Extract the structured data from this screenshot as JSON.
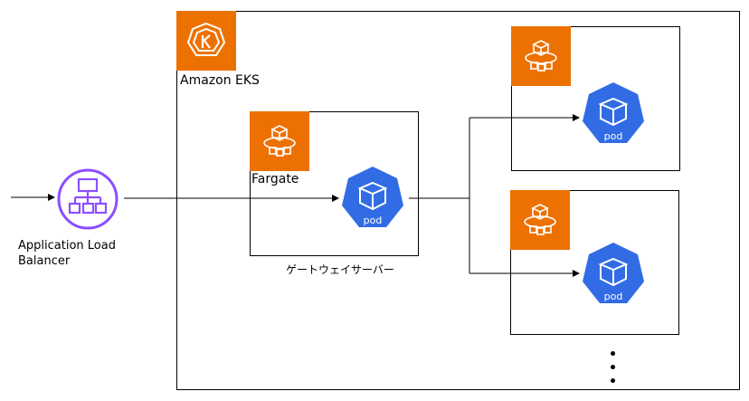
{
  "eks": {
    "label": "Amazon EKS"
  },
  "alb": {
    "label_line1": "Application Load",
    "label_line2": "Balancer"
  },
  "gateway": {
    "fargate_label": "Fargate",
    "caption": "ゲートウェイサーバー",
    "pod_label": "pod"
  },
  "workers": [
    {
      "pod_label": "pod"
    },
    {
      "pod_label": "pod"
    }
  ],
  "colors": {
    "orange": "#ED7100",
    "alb_purple": "#8C4FFF",
    "k8s_blue": "#326CE5"
  },
  "icons": {
    "eks": "amazon-eks-icon",
    "fargate": "fargate-icon",
    "alb": "application-load-balancer-icon",
    "pod": "kubernetes-pod-icon"
  }
}
